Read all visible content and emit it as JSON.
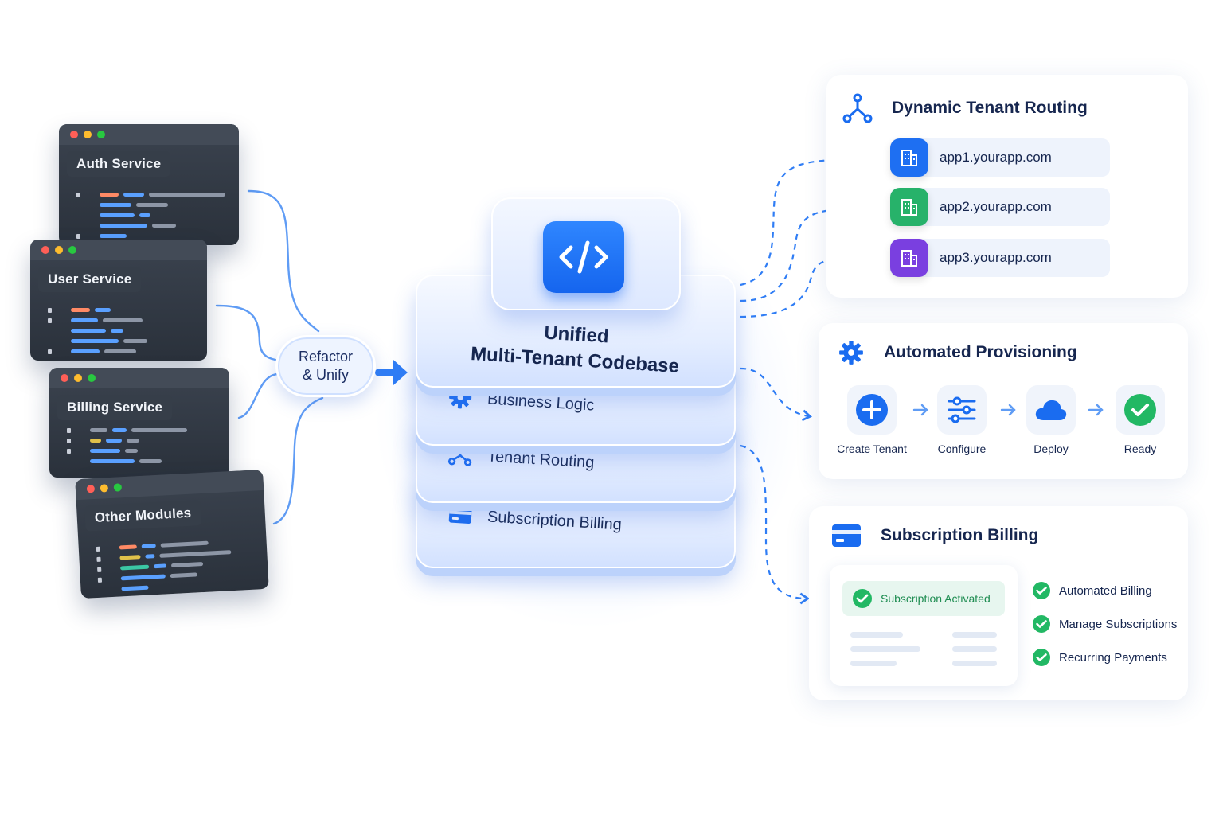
{
  "services": [
    {
      "title": "Auth Service"
    },
    {
      "title": "User Service"
    },
    {
      "title": "Billing Service"
    },
    {
      "title": "Other Modules"
    }
  ],
  "refactor": {
    "line1": "Refactor",
    "line2": "& Unify"
  },
  "core": {
    "title_line1": "Unified",
    "title_line2": "Multi-Tenant Codebase",
    "layers": [
      {
        "label": "Business Logic",
        "icon": "gear-icon"
      },
      {
        "label": "Tenant Routing",
        "icon": "network-icon"
      },
      {
        "label": "Subscription Billing",
        "icon": "credit-card-icon"
      }
    ],
    "icon": "code-icon"
  },
  "routing": {
    "title": "Dynamic Tenant Routing",
    "icon": "network-icon",
    "tenants": [
      {
        "domain": "app1.yourapp.com",
        "color": "#1e6ff2",
        "icon": "building-icon"
      },
      {
        "domain": "app2.yourapp.com",
        "color": "#27b26a",
        "icon": "building-icon"
      },
      {
        "domain": "app3.yourapp.com",
        "color": "#7a3fe0",
        "icon": "building-icon"
      }
    ]
  },
  "provisioning": {
    "title": "Automated Provisioning",
    "icon": "gear-icon",
    "steps": [
      {
        "label": "Create Tenant",
        "icon": "plus-icon"
      },
      {
        "label": "Configure",
        "icon": "sliders-icon"
      },
      {
        "label": "Deploy",
        "icon": "cloud-icon"
      },
      {
        "label": "Ready",
        "icon": "check-icon"
      }
    ]
  },
  "billing": {
    "title": "Subscription Billing",
    "icon": "credit-card-icon",
    "status": "Subscription Activated",
    "features": [
      "Automated Billing",
      "Manage Subscriptions",
      "Recurring Payments"
    ]
  },
  "colors": {
    "primary": "#1a6cf0",
    "success": "#22b864",
    "dark": "#16264f"
  }
}
